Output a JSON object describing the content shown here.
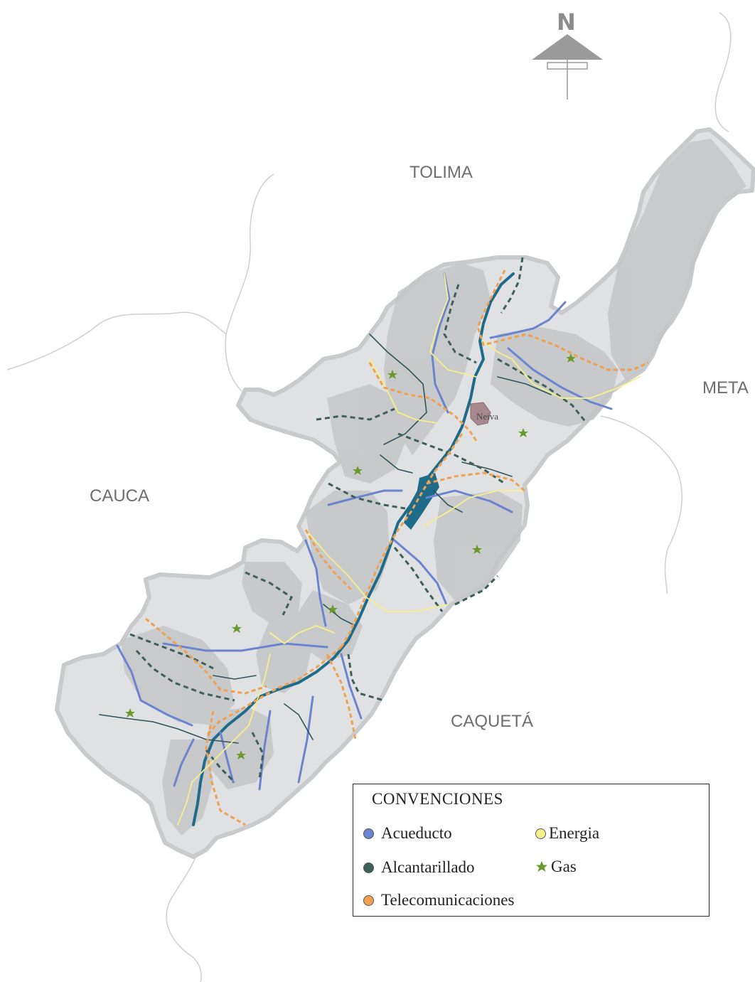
{
  "map": {
    "regions": {
      "tolima": "TOLIMA",
      "meta": "META",
      "cauca": "CAUCA",
      "caqueta": "CAQUETÁ"
    },
    "city": "Neiva",
    "north_symbol": "N"
  },
  "legend": {
    "title": "CONVENCIONES",
    "items": [
      {
        "label": "Acueducto",
        "color": "#6b84d0",
        "icon": "circle"
      },
      {
        "label": "Energia",
        "color": "#f7f08a",
        "icon": "circle"
      },
      {
        "label": "Alcantarillado",
        "color": "#3f5f5a",
        "icon": "circle"
      },
      {
        "label": "Gas",
        "color": "#6a9a2c",
        "icon": "star"
      },
      {
        "label": "Telecomunicaciones",
        "color": "#f0a050",
        "icon": "circle"
      }
    ]
  }
}
